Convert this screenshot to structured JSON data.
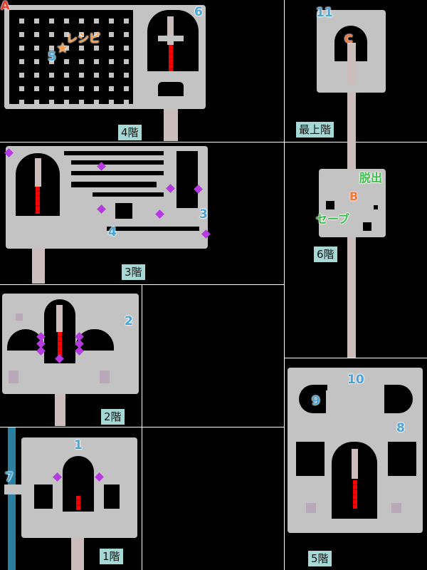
{
  "floors": {
    "f4": "4階",
    "top": "最上階",
    "f3": "3階",
    "f6": "6階",
    "f2": "2階",
    "f5": "5階",
    "f1": "1階"
  },
  "markers": {
    "A": "A",
    "B": "B",
    "C": "C",
    "n1": "1",
    "n2": "2",
    "n3": "3",
    "n4": "4",
    "n5": "5",
    "n6": "6",
    "n7": "7",
    "n8": "8",
    "n9": "9",
    "n10": "10",
    "n11": "11"
  },
  "notes": {
    "recipe": "レシピ",
    "escape": "脱出",
    "save": "セーブ",
    "star": "★"
  },
  "colors": {
    "room": "#c3c3c3",
    "corridor": "#cdbcbc",
    "label_bg": "#a6d9d6",
    "number": "#4aa6d8",
    "letter": "#e8412a",
    "green": "#3cbf4a",
    "switch": "#b53ae0",
    "chain": "#ff0000",
    "water": "#2a7fa0"
  }
}
